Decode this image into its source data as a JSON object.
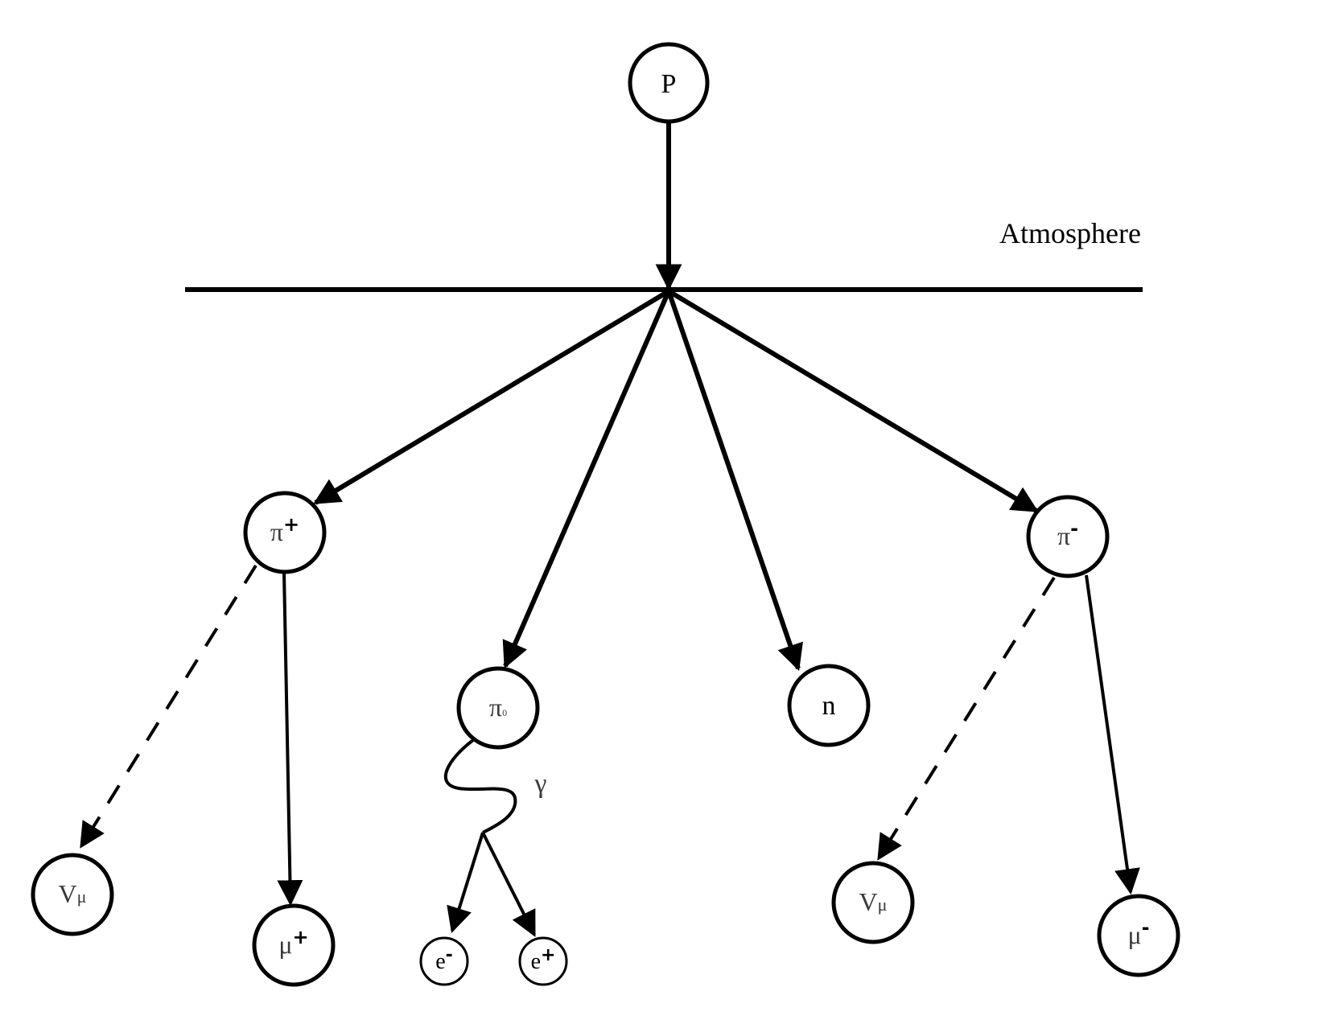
{
  "diagram": {
    "nodes": {
      "proton": {
        "label": "P"
      },
      "pi_plus": {
        "label": "π",
        "charge": "+"
      },
      "pi_zero": {
        "label": "π",
        "sub": "0"
      },
      "neutron": {
        "label": "n"
      },
      "pi_minus": {
        "label": "π",
        "charge": "-"
      },
      "nu_left": {
        "label": "V",
        "sub": "μ"
      },
      "mu_plus": {
        "label": "μ",
        "charge": "+"
      },
      "e_minus": {
        "label": "e",
        "charge": "-"
      },
      "e_plus": {
        "label": "e",
        "charge": "+"
      },
      "nu_right": {
        "label": "V",
        "sub": "μ"
      },
      "mu_minus": {
        "label": "μ",
        "charge": "-"
      }
    },
    "atmosphere_label": "Atmosphere",
    "gamma_label": "γ"
  }
}
